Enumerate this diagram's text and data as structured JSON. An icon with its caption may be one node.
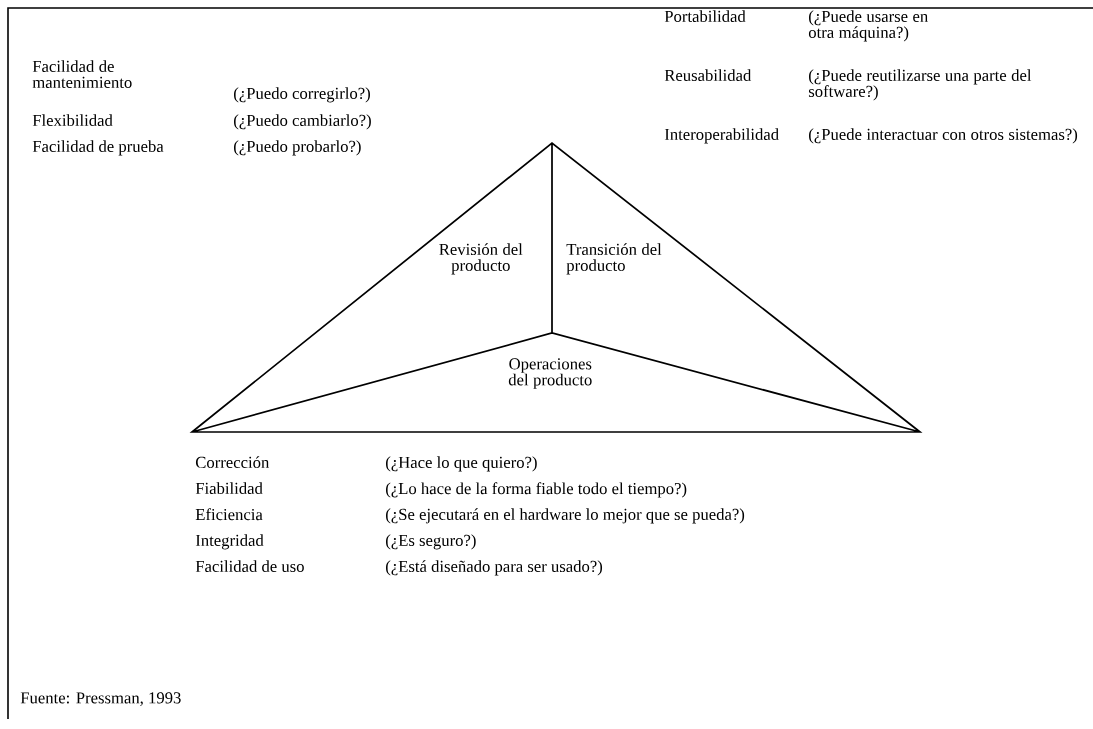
{
  "diagram": {
    "caption": "Fuente: Pressman, 1993",
    "labels": [
      "Portabilidad",
      "(¿Puede usarse en otra máquina?)",
      "Facilidad de mantenimiento",
      "(¿Puedo corregirlo?)",
      "Reusabilidad",
      "(¿Puede reutilizarse una parte del software?)",
      "Flexibilidad",
      "(¿Puedo cambiarlo?)",
      "Facilidad de prueba",
      "(¿Puedo probarlo?)",
      "Interoperabilidad",
      "(¿Puede interactuar con otros sistemas?)",
      "Revisión del producto",
      "Transición del producto",
      "Operaciones del producto",
      "Corrección",
      "(¿Hace lo que quiero?)",
      "Fiabilidad",
      "(¿Lo hace de la forma fiable todo el tiempo?)",
      "Eficiencia",
      "(¿Se ejecutará en el hardware lo mejor que se pueda?)",
      "Integridad",
      "(¿Es seguro?)",
      "Facilidad de uso",
      "(¿Está diseñado para ser usado?)"
    ]
  }
}
